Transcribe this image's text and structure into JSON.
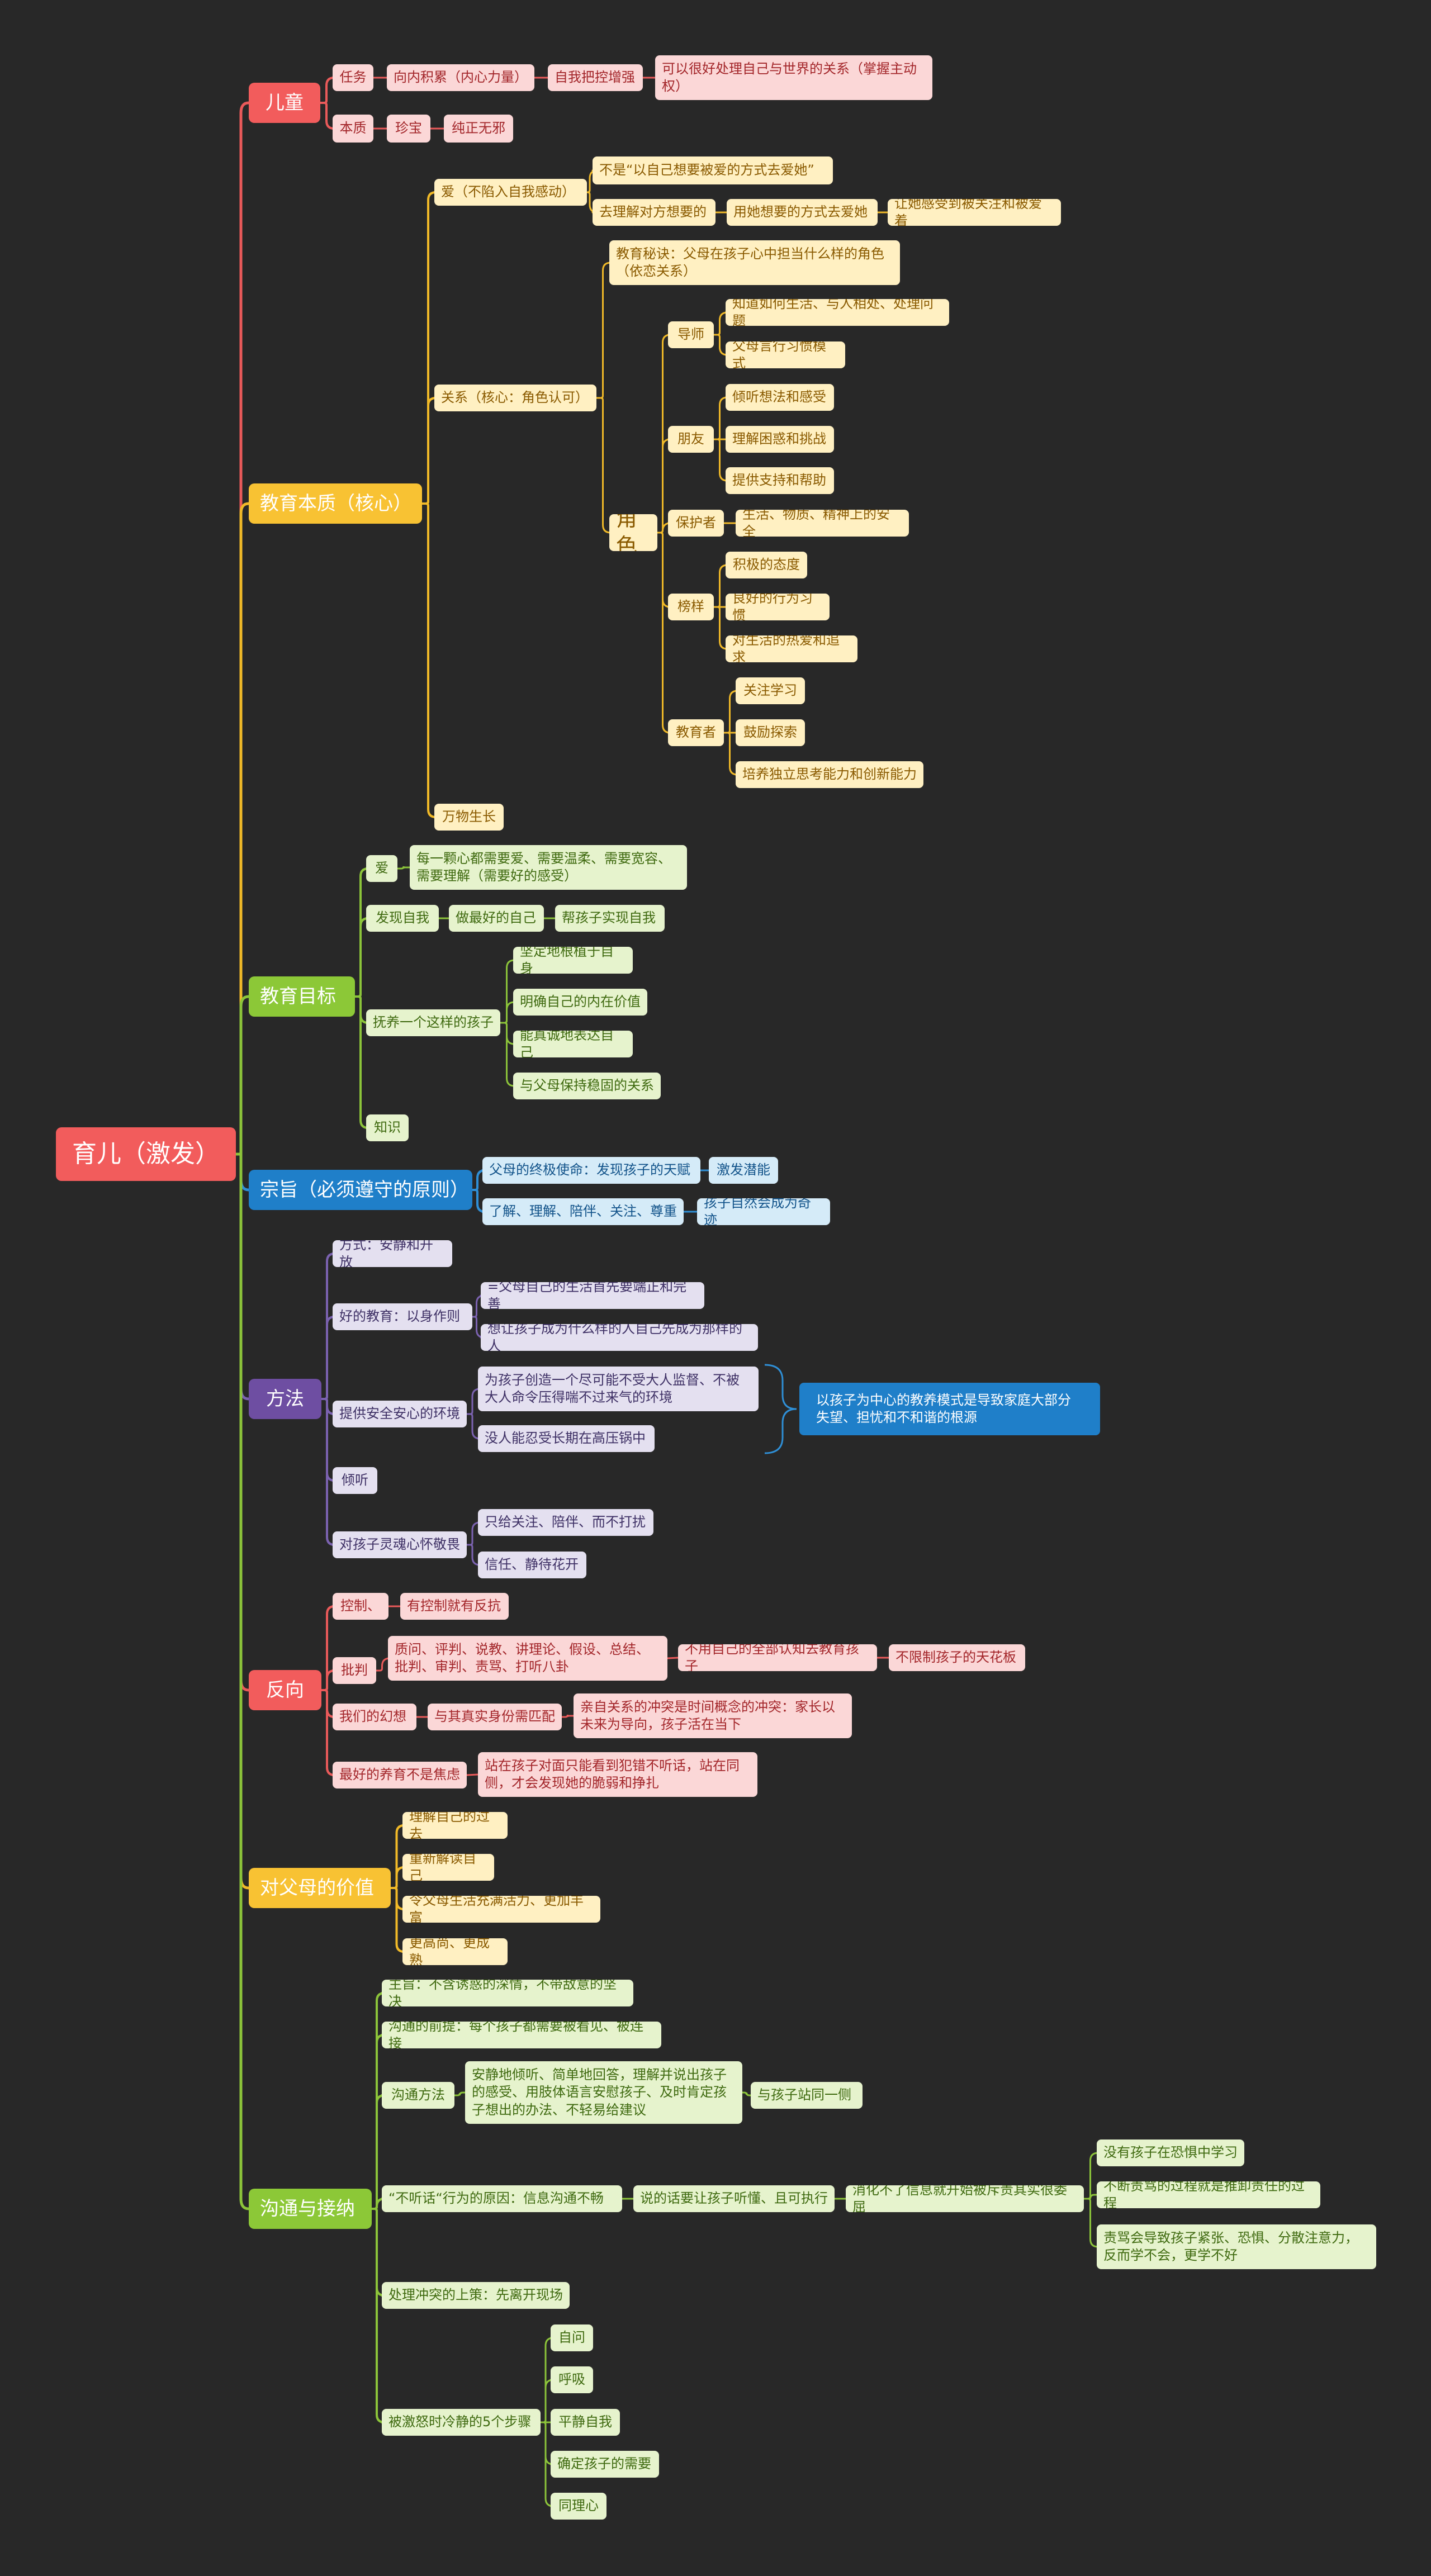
{
  "title": "育儿（激发）",
  "colors": {
    "background": "#282828",
    "red": "#f25c5c",
    "yellow": "#f8c233",
    "green": "#8cc837",
    "blue": "#1f7fc9",
    "purple": "#6e4ea2",
    "pink_node": "#fbd7d7",
    "yellow_node": "#fff0c2",
    "green_node": "#e6f3cd",
    "blue_node": "#d5ebf8",
    "purple_node": "#e4e0f0"
  },
  "branches": {
    "children": {
      "label": "儿童",
      "task": "任务",
      "task_1": "向内积累（内心力量）",
      "task_2": "自我把控增强",
      "task_3": "可以很好处理自己与世界的关系（掌握主动权）",
      "nature": "本质",
      "nature_1": "珍宝",
      "nature_2": "纯正无邪"
    },
    "essence": {
      "label": "教育本质（核心）",
      "love": "爱（不陷入自我感动）",
      "love_1": "不是“以自己想要被爱的方式去爱她”",
      "love_2": "去理解对方想要的",
      "love_3": "用她想要的方式去爱她",
      "love_4": "让她感受到被关注和被爱着",
      "relation": "关系（核心：角色认可）",
      "secret": "教育秘诀：父母在孩子心中担当什么样的角色（依恋关系）",
      "role": "角色",
      "mentor": "导师",
      "mentor_1": "知道如何生活、与人相处、处理问题",
      "mentor_2": "父母言行习惯模式",
      "friend": "朋友",
      "friend_1": "倾听想法和感受",
      "friend_2": "理解困惑和挑战",
      "friend_3": "提供支持和帮助",
      "protector": "保护者",
      "protector_1": "生活、物质、精神上的安全",
      "model": "榜样",
      "model_1": "积极的态度",
      "model_2": "良好的行为习惯",
      "model_3": "对生活的热爱和追求",
      "educator": "教育者",
      "educator_1": "关注学习",
      "educator_2": "鼓励探索",
      "educator_3": "培养独立思考能力和创新能力",
      "growth": "万物生长"
    },
    "goals": {
      "label": "教育目标",
      "love": "爱",
      "love_1": "每一颗心都需要爱、需要温柔、需要宽容、需要理解（需要好的感受）",
      "self": "发现自我",
      "self_1": "做最好的自己",
      "self_2": "帮孩子实现自我",
      "raise": "抚养一个这样的孩子",
      "raise_1": "坚定地根植于自身",
      "raise_2": "明确自己的内在价值",
      "raise_3": "能真诚地表达自己",
      "raise_4": "与父母保持稳固的关系",
      "knowledge": "知识"
    },
    "tenet": {
      "label": "宗旨（必须遵守的原则）",
      "mission": "父母的终极使命：发现孩子的天赋",
      "mission_1": "激发潜能",
      "care": "了解、理解、陪伴、关注、尊重",
      "care_1": "孩子自然会成为奇迹"
    },
    "method": {
      "label": "方法",
      "manner": "方式：安静和开放",
      "good": "好的教育：以身作则",
      "good_1": "=父母自己的生活首先要端正和完善",
      "good_2": "想让孩子成为什么样的人自己先成为那样的人",
      "safe": "提供安全安心的环境",
      "safe_1": "为孩子创造一个尽可能不受大人监督、不被大人命令压得喘不过来气的环境",
      "safe_2": "没人能忍受长期在高压锅中",
      "summary": "以孩子为中心的教养模式是导致家庭大部分失望、担忧和不和谐的根源",
      "listen": "倾听",
      "awe": "对孩子灵魂心怀敬畏",
      "awe_1": "只给关注、陪伴、而不打扰",
      "awe_2": "信任、静待花开"
    },
    "reverse": {
      "label": "反向",
      "control": "控制、",
      "control_1": "有控制就有反抗",
      "criticize": "批判",
      "criticize_1": "质问、评判、说教、讲理论、假设、总结、批判、审判、责骂、打听八卦",
      "criticize_2": "不用自己的全部认知去教育孩子",
      "criticize_3": "不限制孩子的天花板",
      "fantasy": "我们的幻想",
      "fantasy_1": "与其真实身份需匹配",
      "fantasy_2": "亲自关系的冲突是时间概念的冲突：家长以未来为导向，孩子活在当下",
      "anxiety": "最好的养育不是焦虑",
      "anxiety_1": "站在孩子对面只能看到犯错不听话，站在同侧，才会发现她的脆弱和挣扎"
    },
    "value": {
      "label": "对父母的价值",
      "v1": "理解自己的过去",
      "v2": "重新解读自己",
      "v3": "令父母生活充满活力、更加丰富",
      "v4": "更高尚、更成熟"
    },
    "communication": {
      "label": "沟通与接纳",
      "tenet": "主旨：不含诱惑的深情，不带敌意的坚决",
      "premise": "沟通的前提：每个孩子都需要被看见、被连接",
      "method": "沟通方法",
      "method_1": "安静地倾听、简单地回答，理解并说出孩子的感受、用肢体语言安慰孩子、及时肯定孩子想出的办法、不轻易给建议",
      "method_2": "与孩子站同一侧",
      "disobey": "“不听话“行为的原因：信息沟通不畅",
      "disobey_1": "说的话要让孩子听懂、且可执行",
      "disobey_2": "消化不了信息就开始被斥责其实很委屈",
      "disobey_3": "没有孩子在恐惧中学习",
      "disobey_4": "不断责骂的过程就是推卸责任的过程",
      "disobey_5": "责骂会导致孩子紧张、恐惧、分散注意力，反而学不会，更学不好",
      "conflict": "处理冲突的上策：先离开现场",
      "steps": "被激怒时冷静的5个步骤",
      "step_1": "自问",
      "step_2": "呼吸",
      "step_3": "平静自我",
      "step_4": "确定孩子的需要",
      "step_5": "同理心"
    }
  }
}
